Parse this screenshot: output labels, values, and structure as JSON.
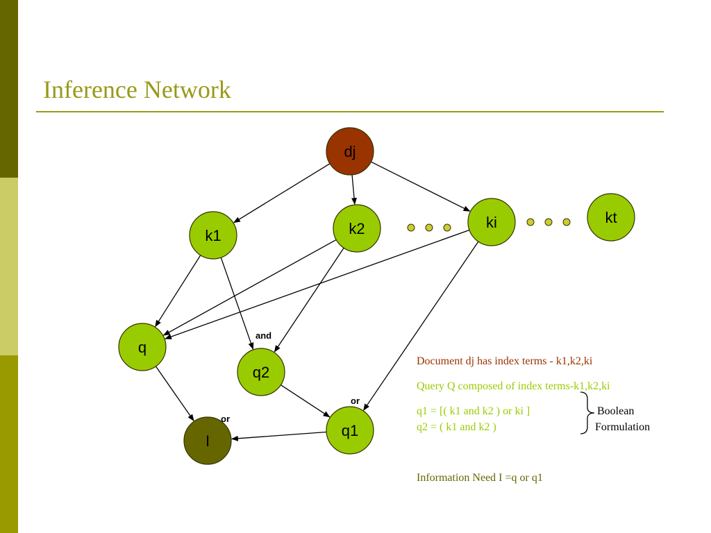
{
  "slide": {
    "title": "Inference Network",
    "accent_color": "#99991a",
    "sidebar_colors": [
      "#666600",
      "#cccc66",
      "#999900"
    ]
  },
  "diagram": {
    "nodes": [
      {
        "id": "dj",
        "label": "dj",
        "color": "#993300"
      },
      {
        "id": "k1",
        "label": "k1",
        "color": "#99cc00"
      },
      {
        "id": "k2",
        "label": "k2",
        "color": "#99cc00"
      },
      {
        "id": "ki",
        "label": "ki",
        "color": "#99cc00"
      },
      {
        "id": "kt",
        "label": "kt",
        "color": "#99cc00"
      },
      {
        "id": "q",
        "label": "q",
        "color": "#99cc00"
      },
      {
        "id": "q2",
        "label": "q2",
        "color": "#99cc00"
      },
      {
        "id": "q1",
        "label": "q1",
        "color": "#99cc00"
      },
      {
        "id": "I",
        "label": "I",
        "color": "#666600"
      }
    ],
    "edges": [
      {
        "from": "dj",
        "to": "k1"
      },
      {
        "from": "dj",
        "to": "k2"
      },
      {
        "from": "dj",
        "to": "ki"
      },
      {
        "from": "k1",
        "to": "q"
      },
      {
        "from": "k1",
        "to": "q2"
      },
      {
        "from": "k2",
        "to": "q"
      },
      {
        "from": "k2",
        "to": "q2"
      },
      {
        "from": "ki",
        "to": "q"
      },
      {
        "from": "ki",
        "to": "q1"
      },
      {
        "from": "q2",
        "to": "q1"
      },
      {
        "from": "q",
        "to": "I"
      },
      {
        "from": "q1",
        "to": "I"
      }
    ],
    "operator_labels": {
      "and": "and",
      "or_q1": "or",
      "or_I": "or"
    },
    "ellipsis_color": "#cccc33"
  },
  "notes": {
    "document_line": "Document dj has index terms - k1,k2,ki",
    "query_line": "Query Q composed of index terms-k1,k2,ki",
    "q1_formula": "q1 = [( k1 and  k2 ) or ki ]",
    "q2_formula": "q2 = ( k1 and k2 )",
    "boolean_label": "Boolean",
    "formulation_label": "Formulation",
    "info_need": "Information Need I =q or q1",
    "colors": {
      "document": "#993300",
      "query": "#99cc00",
      "black": "#000000",
      "info": "#666600"
    }
  }
}
